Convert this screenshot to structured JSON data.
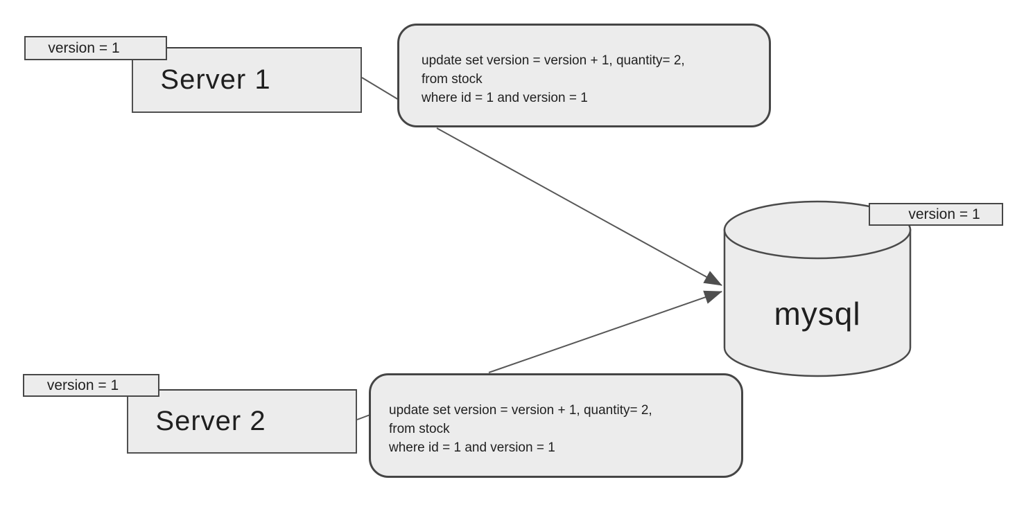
{
  "colors": {
    "background": "#ffffff",
    "node_fill": "#ececec",
    "node_border": "#4a4a4a",
    "connector": "#575757",
    "arrow_fill": "#4f4f4f",
    "text": "#1f1f1f"
  },
  "nodes": {
    "server1": {
      "label": "Server 1",
      "version_tag": "version = 1"
    },
    "server2": {
      "label": "Server 2",
      "version_tag": "version = 1"
    },
    "database": {
      "label": "mysql",
      "version_tag": "version = 1"
    },
    "query1": {
      "line1": "update set version = version + 1, quantity= 2,",
      "line2": "from stock",
      "line3": "where id = 1 and version = 1"
    },
    "query2": {
      "line1": "update set version = version + 1, quantity= 2,",
      "line2": "from stock",
      "line3": "where id = 1 and version = 1"
    }
  }
}
